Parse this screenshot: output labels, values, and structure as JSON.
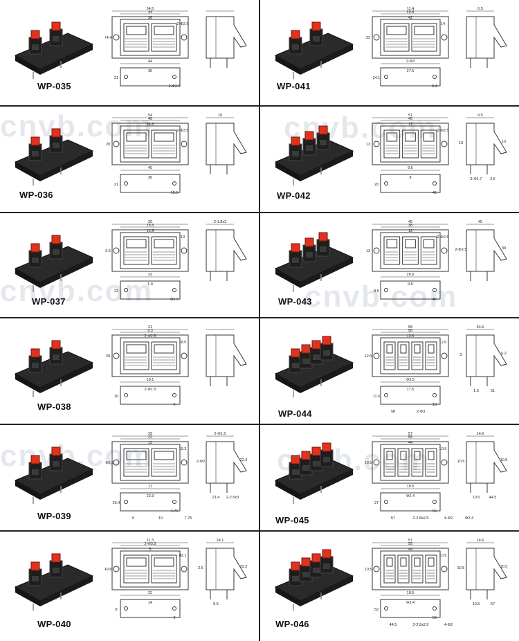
{
  "products": [
    {
      "code": "WP-035",
      "dims": [
        "54.5",
        "44",
        "36",
        "24.4",
        "2-Φ2.5",
        "44",
        "36",
        "21",
        "2-Φ3.5"
      ]
    },
    {
      "code": "WP-041",
      "dims": [
        "11.4",
        "49.8",
        "42",
        "22",
        "14",
        "2-Φ3",
        "27.5",
        "24.1",
        "8.4",
        "6.5"
      ]
    },
    {
      "code": "WP-036",
      "dims": [
        "54",
        "45",
        "34.8",
        "20",
        "2-Φ3.5",
        "45",
        "36",
        "21",
        "15.6",
        "10"
      ]
    },
    {
      "code": "WP-042",
      "dims": [
        "51",
        "45",
        "13",
        "13",
        "2-Φ2.5",
        "9.5",
        "8",
        "20",
        "45",
        "9.5",
        "13",
        "13",
        "3-Φ1.7",
        "2.6"
      ]
    },
    {
      "code": "WP-037",
      "dims": [
        "20",
        "15.5",
        "12.5",
        "2.5",
        "10",
        "23",
        "1.9",
        "23",
        "Φ1.5",
        "2-1.8x3"
      ]
    },
    {
      "code": "WP-043",
      "dims": [
        "45",
        "38",
        "13",
        "13",
        "2-Φ2.5",
        "20.6",
        "9.5",
        "8.5",
        "45",
        "45",
        "39",
        "2-Φ2.5"
      ]
    },
    {
      "code": "WP-038",
      "dims": [
        "21",
        "9.3",
        "2-Φ2.5",
        "29",
        "18.5",
        "19.1",
        "2-Φ1.5",
        "10",
        "6"
      ]
    },
    {
      "code": "WP-044",
      "dims": [
        "58",
        "50",
        "12.6",
        "12.6",
        "12.6",
        "Φ2.5",
        "17.5",
        "11.6",
        "13",
        "64.6",
        "6.2",
        "3",
        "1.5",
        "51",
        "58",
        "2-Φ3"
      ]
    },
    {
      "code": "WP-039",
      "dims": [
        "29",
        "22",
        "12",
        "2-Φ2.5",
        "15.3",
        "11",
        "22.3",
        "26.4",
        "1.75",
        "2-Φ1.5",
        "22.3",
        "2-Φ2",
        "21.4",
        "2-2.5x3",
        "9",
        "10",
        "7.75"
      ]
    },
    {
      "code": "WP-045",
      "dims": [
        "57",
        "55",
        "44",
        "10.5",
        "10.5",
        "10.5",
        "Φ2.4",
        "27",
        "55",
        "14.6",
        "10.5",
        "10.5",
        "10.5",
        "44.5",
        "57",
        "2-2.8x2.5",
        "4-Φ2",
        "Φ2.4"
      ]
    },
    {
      "code": "WP-040",
      "dims": [
        "11.3",
        "2-Φ3.5",
        "5",
        "49.8",
        "42.1",
        "22",
        "14",
        "8",
        "2",
        "24.1",
        "22.2",
        "2.5",
        "6.5"
      ]
    },
    {
      "code": "WP-046",
      "dims": [
        "57",
        "55",
        "44",
        "10.5",
        "10.5",
        "10.5",
        "Φ2.4",
        "52",
        "56",
        "14.6",
        "10.5",
        "10.5",
        "10.5",
        "57",
        "44.5",
        "2-2.8x2.5",
        "4-Φ2"
      ]
    }
  ],
  "watermark": "cnvb.com",
  "colors": {
    "body": "#1e1e1e",
    "red": "#e0321e",
    "line": "#333333"
  }
}
